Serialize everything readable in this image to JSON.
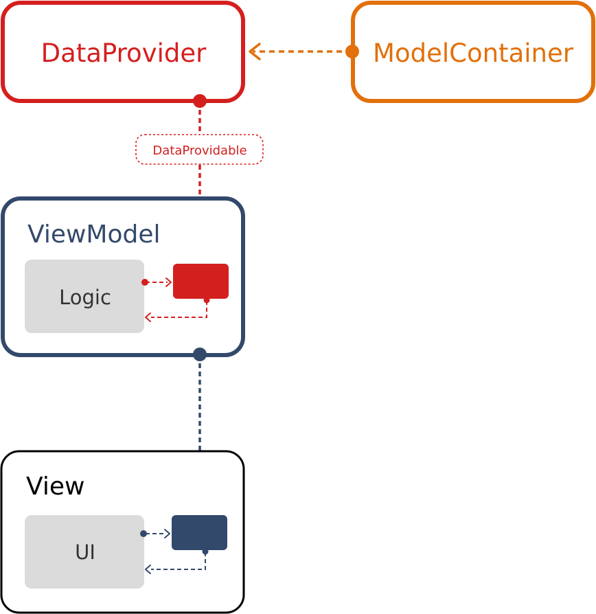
{
  "nodes": {
    "data_provider": {
      "label": "DataProvider"
    },
    "model_container": {
      "label": "ModelContainer"
    },
    "view_model": {
      "label": "ViewModel"
    },
    "logic": {
      "label": "Logic"
    },
    "view": {
      "label": "View"
    },
    "ui": {
      "label": "UI"
    }
  },
  "edges": {
    "protocol_label": "DataProvidable"
  },
  "colors": {
    "data_provider": "#d41f1f",
    "model_container": "#e2700b",
    "view_model": "#33496b",
    "view": "#000000",
    "inner_box": "#dbdbdb",
    "inner_text": "#333333"
  }
}
